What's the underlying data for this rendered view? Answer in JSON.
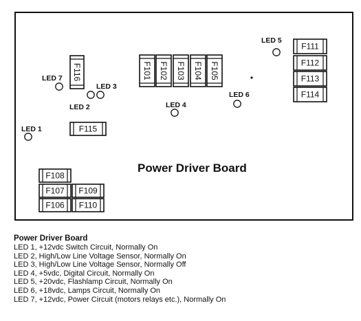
{
  "board": {
    "title": "Power Driver Board"
  },
  "fuses": [
    {
      "id": "F101",
      "label": "F101",
      "orientation": "vertical"
    },
    {
      "id": "F102",
      "label": "F102",
      "orientation": "vertical"
    },
    {
      "id": "F103",
      "label": "F103",
      "orientation": "vertical"
    },
    {
      "id": "F104",
      "label": "F104",
      "orientation": "vertical"
    },
    {
      "id": "F105",
      "label": "F105",
      "orientation": "vertical"
    },
    {
      "id": "F116",
      "label": "F116",
      "orientation": "vertical"
    },
    {
      "id": "F111",
      "label": "F111",
      "orientation": "horizontal"
    },
    {
      "id": "F112",
      "label": "F112",
      "orientation": "horizontal"
    },
    {
      "id": "F113",
      "label": "F113",
      "orientation": "horizontal"
    },
    {
      "id": "F114",
      "label": "F114",
      "orientation": "horizontal"
    },
    {
      "id": "F115",
      "label": "F115",
      "orientation": "horizontal"
    },
    {
      "id": "F108",
      "label": "F108",
      "orientation": "horizontal"
    },
    {
      "id": "F107",
      "label": "F107",
      "orientation": "horizontal"
    },
    {
      "id": "F109",
      "label": "F109",
      "orientation": "horizontal"
    },
    {
      "id": "F106",
      "label": "F106",
      "orientation": "horizontal"
    },
    {
      "id": "F110",
      "label": "F110",
      "orientation": "horizontal"
    }
  ],
  "leds": [
    {
      "id": "led1",
      "label": "LED 1"
    },
    {
      "id": "led2",
      "label": "LED 2"
    },
    {
      "id": "led3",
      "label": "LED 3"
    },
    {
      "id": "led4",
      "label": "LED 4"
    },
    {
      "id": "led5",
      "label": "LED 5"
    },
    {
      "id": "led6",
      "label": "LED 6"
    },
    {
      "id": "led7",
      "label": "LED 7"
    }
  ],
  "legend": {
    "title": "Power Driver Board",
    "items": [
      "LED 1, +12vdc Switch Circuit, Normally On",
      "LED 2, High/Low Line Voltage Sensor, Normally  On",
      "LED 3, High/Low Line Voltage Sensor, Normally Off",
      "LED 4, +5vdc, Digital Circuit, Normally On",
      "LED 5, +20vdc, Flashlamp Circuit, Normally On",
      "LED 6, +18vdc, Lamps Circuit, Normally On",
      "LED 7, +12vdc, Power Circuit (motors  relays etc.),  Normally On"
    ]
  }
}
